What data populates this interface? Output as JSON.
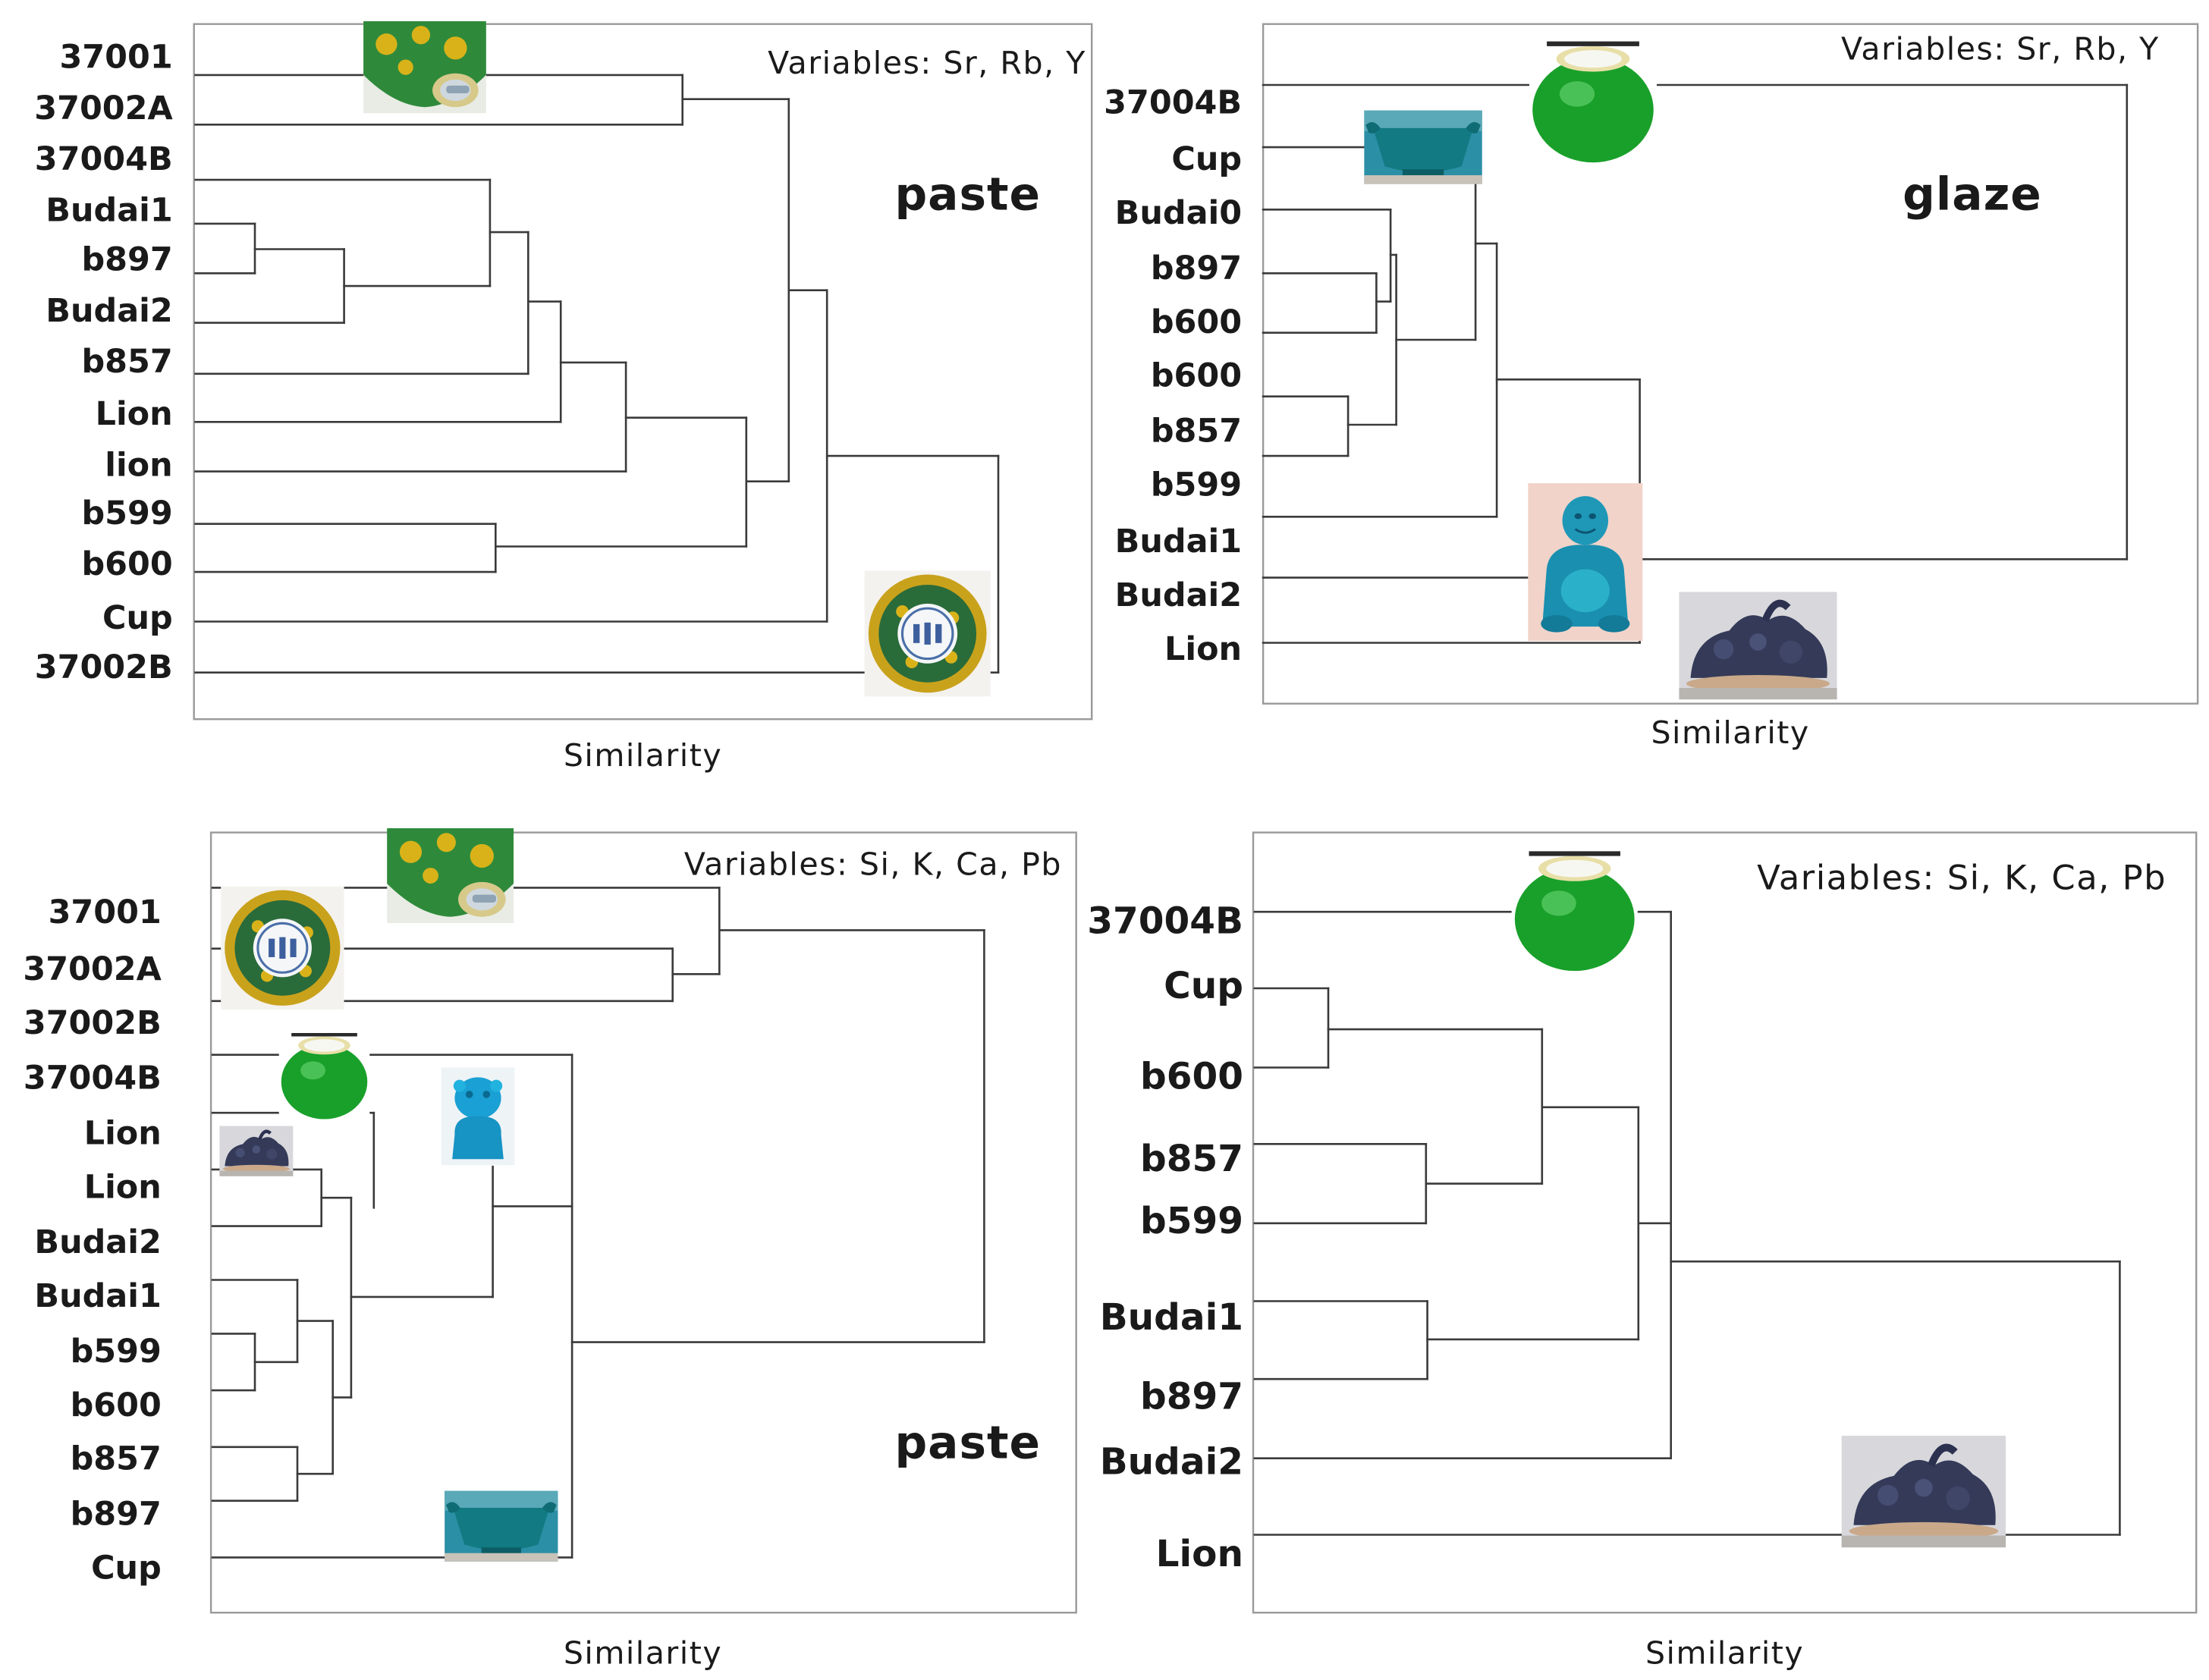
{
  "colors": {
    "line": "#3a3a3a",
    "frame": "#9a9a9a",
    "green_glaze": "#1f9a2a",
    "turquoise_glaze": "#1a8fb0",
    "yellow_decor": "#d9b21a",
    "aubergine": "#343a58"
  },
  "panels": [
    {
      "id": "paste-sr-rb-y",
      "variables": "Variables: Sr, Rb, Y",
      "tag": "paste",
      "axis_label": "Similarity",
      "leaves": [
        "37001",
        "37002A",
        "37004B",
        "Budai1",
        "b897",
        "Budai2",
        "b857",
        "Lion",
        "lion",
        "b599",
        "b600",
        "Cup",
        "37002B"
      ],
      "images": [
        "green-yellow-bowl-icon",
        "yellow-rim-bowl-icon"
      ]
    },
    {
      "id": "glaze-sr-rb-y",
      "variables": "Variables: Sr, Rb, Y",
      "tag": "glaze",
      "axis_label": "Similarity",
      "leaves": [
        "37004B",
        "Cup",
        "Budai0",
        "b897",
        "b600",
        "b600",
        "b857",
        "b599",
        "Budai1",
        "Budai2",
        "Lion"
      ],
      "images": [
        "green-bowl-icon",
        "turquoise-cup-icon",
        "turquoise-budai-icon",
        "aubergine-lion-icon"
      ]
    },
    {
      "id": "paste-si-k-ca-pb",
      "variables": "Variables: Si, K, Ca, Pb",
      "tag": "paste",
      "axis_label": "Similarity",
      "leaves": [
        "37001",
        "37002A",
        "37002B",
        "37004B",
        "Lion",
        "Lion",
        "Budai2",
        "Budai1",
        "b599",
        "b600",
        "b857",
        "b897",
        "Cup"
      ],
      "images": [
        "green-yellow-bowl-icon",
        "yellow-rim-bowl-icon",
        "green-bowl-icon",
        "turquoise-lion-icon",
        "aubergine-lion-icon",
        "turquoise-cup-icon"
      ]
    },
    {
      "id": "glaze-si-k-ca-pb",
      "variables": "Variables: Si, K, Ca, Pb",
      "tag": "",
      "axis_label": "Similarity",
      "leaves": [
        "37004B",
        "Cup",
        "b600",
        "b857",
        "b599",
        "Budai1",
        "b897",
        "Budai2",
        "Lion"
      ],
      "images": [
        "green-bowl-icon",
        "aubergine-lion-icon"
      ]
    }
  ]
}
